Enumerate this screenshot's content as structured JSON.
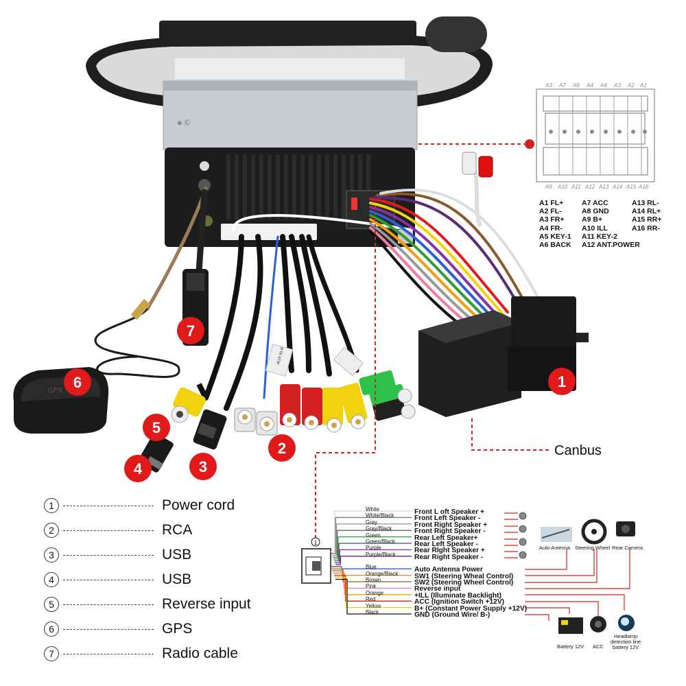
{
  "callouts": [
    "1",
    "2",
    "3",
    "4",
    "5",
    "6",
    "7"
  ],
  "canbus_label": "Canbus",
  "connector_top_pins": [
    "A3",
    "A7",
    "A6",
    "A4",
    "A4",
    "A3",
    "A2",
    "A1"
  ],
  "connector_bottom_pins": [
    "A9",
    "A10",
    "A11",
    "A12",
    "A13",
    "A14",
    "A15",
    "A16"
  ],
  "pin_table": {
    "col1": [
      "A1 FL+",
      "A2 FL-",
      "A3 FR+",
      "A4 FR-",
      "A5 KEY-1",
      "A6 BACK"
    ],
    "col2": [
      "A7 ACC",
      "A8 GND",
      "A9 B+",
      "A10 ILL",
      "A11 KEY-2",
      "A12 ANT.POWER"
    ],
    "col3": [
      "A13 RL-",
      "A14 RL+",
      "A15 RR+",
      "A16 RR-"
    ]
  },
  "legend": [
    {
      "num": "1",
      "label": "Power cord"
    },
    {
      "num": "2",
      "label": "RCA"
    },
    {
      "num": "3",
      "label": "USB"
    },
    {
      "num": "4",
      "label": "USB"
    },
    {
      "num": "5",
      "label": "Reverse input"
    },
    {
      "num": "6",
      "label": "GPS"
    },
    {
      "num": "7",
      "label": "Radio cable"
    }
  ],
  "wiring": {
    "connector_num": "1",
    "wire_colors": [
      "White",
      "White/Black",
      "Gray",
      "Gray/Black",
      "Green",
      "Green/Black",
      "Purple",
      "Purple/Black",
      "Blue",
      "Orange/Black",
      "Brown",
      "Pink",
      "Orange",
      "Red",
      "Yellow",
      "Black"
    ],
    "wire_hex": [
      "#dddddd",
      "#777777",
      "#999999",
      "#666666",
      "#2e9e3a",
      "#2e6e3a",
      "#8b2fa8",
      "#5a2a78",
      "#2c5fd6",
      "#e08a20",
      "#8b5a2b",
      "#f07aa8",
      "#f39c12",
      "#e11b1b",
      "#f1d20f",
      "#111111"
    ],
    "functions": [
      "Front L oft Speaker +",
      "Front Left Speaker -",
      "Front Right Speaker +",
      "Front Right Speaker -",
      "Rear Left Speaker+",
      "Rear Left Speaker -",
      "Rear RIght Speaker +",
      "Rear Right Speaker -",
      "Auto Antenna Power",
      "SW1 (Steering Wheal Control)",
      "SW2 (Steering Wheel Control)",
      "Reverse input",
      "+ILL (Illuminate Backlight)",
      "ACC (Ignition Switch +12V)",
      "B+ (Constant Power Supply +12V)",
      "GND (Ground Wire/ B-)"
    ],
    "accessories": {
      "auto_antenna": "Auto Antenna",
      "steering_wheel": "Steering Wheel",
      "rear_camera": "Rear Camera",
      "battery": "Battery 12V",
      "acc": "ACC",
      "headlamp_line1": "Headlamp",
      "headlamp_line2": "detection line",
      "headlamp_line3": "battery 12V"
    }
  },
  "rca_tag_text": "AUX IN R",
  "gps_module_text": "GPS",
  "colors": {
    "callout_red": "#e01a1a",
    "leader_red": "#d0231f",
    "metal": "#c9cdd1",
    "unit_black": "#1d1d1d"
  }
}
